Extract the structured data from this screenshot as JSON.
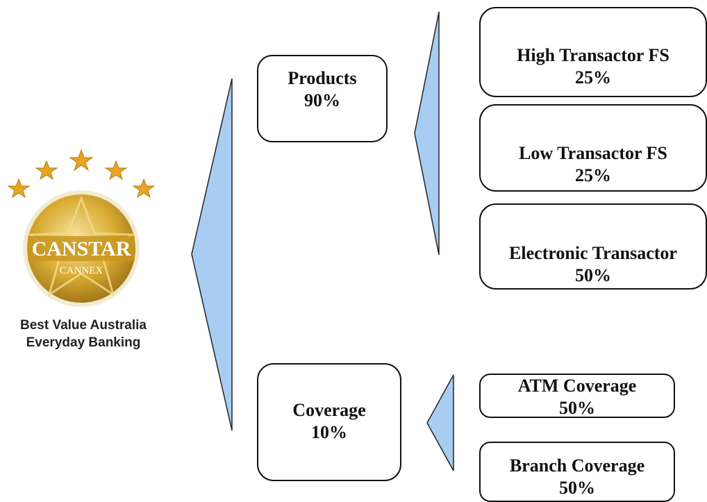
{
  "logo": {
    "brand": "CANSTAR",
    "sub_brand": "CANNEX",
    "caption_line1": "Best Value Australia",
    "caption_line2": "Everyday Banking"
  },
  "categories": [
    {
      "label": "Products",
      "value": "90%"
    },
    {
      "label": "Coverage",
      "value": "10%"
    }
  ],
  "products_breakdown": [
    {
      "label": "High Transactor FS",
      "value": "25%"
    },
    {
      "label": "Low Transactor FS",
      "value": "25%"
    },
    {
      "label": "Electronic Transactor",
      "value": "50%"
    }
  ],
  "coverage_breakdown": [
    {
      "label": "ATM Coverage",
      "value": "50%"
    },
    {
      "label": "Branch Coverage",
      "value": "50%"
    }
  ],
  "colors": {
    "wedge_fill": "#a9cdf2",
    "gold": "#d9ac34",
    "star": "#e9a51f"
  }
}
